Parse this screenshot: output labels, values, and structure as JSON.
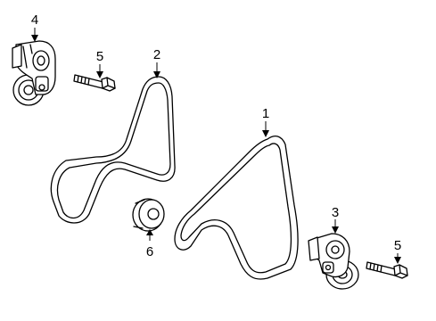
{
  "callouts": [
    {
      "id": "belt-main",
      "label": "1"
    },
    {
      "id": "belt-secondary",
      "label": "2"
    },
    {
      "id": "tensioner-lower",
      "label": "3"
    },
    {
      "id": "tensioner-upper",
      "label": "4"
    },
    {
      "id": "bolt-upper",
      "label": "5"
    },
    {
      "id": "bolt-lower",
      "label": "5"
    },
    {
      "id": "idler-pulley",
      "label": "6"
    }
  ]
}
